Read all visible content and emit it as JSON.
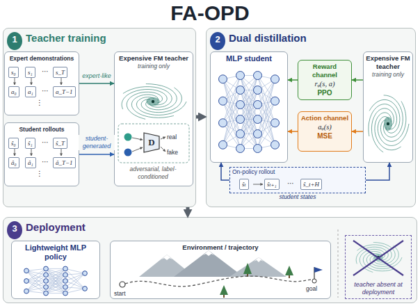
{
  "diagram": {
    "title": "FA-OPD",
    "nodes": [
      {
        "text": [
          "Teacher training"
        ]
      },
      {
        "text": [
          "1"
        ],
        "in": 0
      },
      {
        "text": [
          "Expert demonstrations"
        ],
        "in": 0
      },
      {
        "text": [
          "Student rollouts"
        ],
        "in": 0
      },
      {
        "text": [
          "Expensive FM teacher",
          "training only"
        ],
        "in": 0
      },
      {
        "text": [
          "D"
        ],
        "in": 4
      },
      {
        "text": [
          "Dual distillation"
        ]
      },
      {
        "text": [
          "2"
        ],
        "in": 6
      },
      {
        "text": [
          "MLP student"
        ],
        "in": 6
      },
      {
        "text": [
          "Reward channel",
          "rᵩ(s, a)",
          "PPO"
        ],
        "in": 6
      },
      {
        "text": [
          "Action channel",
          "aᵩ(s)",
          "MSE"
        ],
        "in": 6
      },
      {
        "text": [
          "Expensive FM teacher",
          "training only"
        ],
        "in": 6
      },
      {
        "text": [
          "On-policy rollout",
          "student states"
        ],
        "in": 6
      },
      {
        "text": [
          "Deployment"
        ]
      },
      {
        "text": [
          "3"
        ],
        "in": 13
      },
      {
        "text": [
          "Lightweight MLP policy"
        ],
        "in": 13
      },
      {
        "text": [
          "Environment / trajectory"
        ],
        "in": 13
      },
      {
        "text": [
          "teacher absent at deployment"
        ],
        "in": 13
      }
    ],
    "edges": [
      {
        "from": 2,
        "to": 4,
        "label": "expert-like",
        "arrow": "to"
      },
      {
        "from": 3,
        "to": 4,
        "label": "student-generated",
        "arrow": "to"
      },
      {
        "from": 0,
        "to": 6,
        "arrow": "to"
      },
      {
        "from": 0,
        "to": 13,
        "arrow": "to"
      },
      {
        "from": 9,
        "to": 8,
        "arrow": "to"
      },
      {
        "from": 10,
        "to": 8,
        "arrow": "to"
      },
      {
        "from": 11,
        "to": 9,
        "arrow": "to"
      },
      {
        "from": 11,
        "to": 10,
        "arrow": "to"
      },
      {
        "from": 12,
        "to": 8,
        "arrow": "to"
      },
      {
        "from": 12,
        "to": 11,
        "arrow": "to"
      }
    ],
    "labels": [
      "s₀",
      "s₁",
      "⋯",
      "s_T",
      "a₀",
      "a₁",
      "⋯",
      "a_T−1",
      "⋮",
      "ŝ₀",
      "ŝ₁",
      "⋯",
      "ŝ_T",
      "â₀",
      "â₁",
      "⋯",
      "â_T−1",
      "⋮",
      "real",
      "fake",
      "adversarial, label-conditioned",
      "ŝₜ",
      "ŝₜ₊₁",
      "⋯",
      "ŝ_t+H",
      "start",
      "goal"
    ]
  }
}
